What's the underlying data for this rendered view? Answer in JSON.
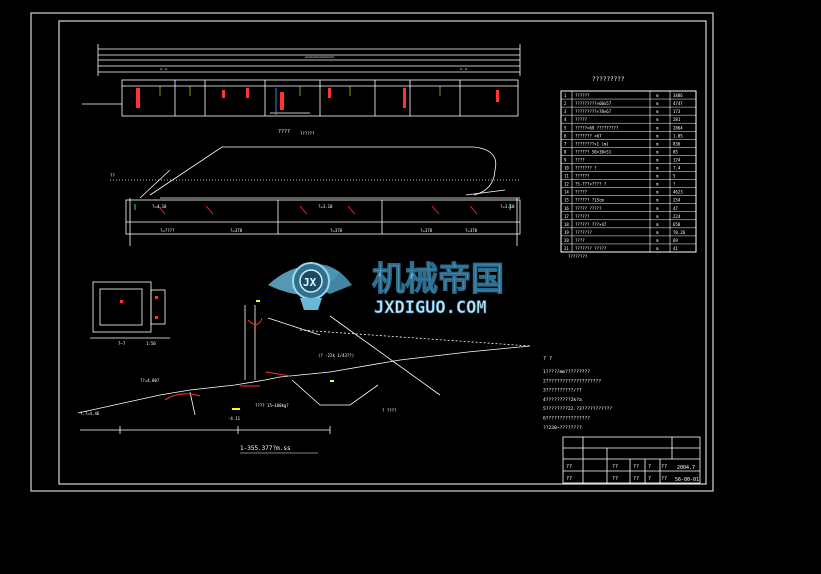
{
  "drawing": {
    "material_table_title": "?????????",
    "material_table_rows": [
      {
        "no": "1",
        "name": "??????",
        "unit": "m",
        "qty": "3486"
      },
      {
        "no": "2",
        "name": "?????????×60x57",
        "unit": "m",
        "qty": "4747"
      },
      {
        "no": "3",
        "name": "?????????×78×67",
        "unit": "m",
        "qty": "173"
      },
      {
        "no": "4",
        "name": "?????",
        "unit": "m",
        "qty": "281"
      },
      {
        "no": "5",
        "name": "?????×69 ?????????",
        "unit": "m",
        "qty": "2864"
      },
      {
        "no": "6",
        "name": "??????? ×67",
        "unit": "m",
        "qty": "1.85"
      },
      {
        "no": "7",
        "name": "????????×1 (m)",
        "unit": "m",
        "qty": "836"
      },
      {
        "no": "8",
        "name": "?????? 50×30×51",
        "unit": "m",
        "qty": "85"
      },
      {
        "no": "9",
        "name": "????",
        "unit": "m",
        "qty": "124"
      },
      {
        "no": "10",
        "name": "??????? ?",
        "unit": "m",
        "qty": "7.4"
      },
      {
        "no": "11",
        "name": "??????",
        "unit": "m",
        "qty": "5"
      },
      {
        "no": "12",
        "name": "?5-???×???? ?",
        "unit": "m",
        "qty": "?"
      },
      {
        "no": "14",
        "name": "?????",
        "unit": "m",
        "qty": "4623"
      },
      {
        "no": "15",
        "name": "?????? ?15cm",
        "unit": "m",
        "qty": "254"
      },
      {
        "no": "16",
        "name": "????? ?????",
        "unit": "m",
        "qty": "47"
      },
      {
        "no": "17",
        "name": "??????",
        "unit": "m",
        "qty": "224"
      },
      {
        "no": "18",
        "name": "?????? ???×47",
        "unit": "m",
        "qty": "658"
      },
      {
        "no": "19",
        "name": "???????",
        "unit": "m",
        "qty": "70.26"
      },
      {
        "no": "20",
        "name": "????",
        "unit": "m",
        "qty": "69"
      },
      {
        "no": "21",
        "name": "??????? ?????",
        "unit": "m",
        "qty": "41"
      }
    ],
    "table_note": "????????",
    "plan_label": "????",
    "plan_label_2": "??????",
    "plan_marks": [
      "?=????",
      "?=378",
      "?=378",
      "?=378",
      "?=378"
    ],
    "profile_left": "?=4.10",
    "profile_mid1": "?=3.10",
    "profile_mid2": "?=3.10",
    "profile_right": "?=3.10",
    "section_label_7": "7—7",
    "section_scale": "1:50",
    "section_caption": "1-355.377?m.ss",
    "level_a": "?.?=4.46",
    "level_b": "??=4.00?",
    "level_c": "? ????",
    "level_d": "-4.11",
    "note_pipe": "???? 15~100kg?",
    "note_b": "(? -22k 1/43??)",
    "notes_title": "? ?",
    "notes_lines": [
      "1????/mm?????????",
      "2????????????????????",
      "3??????????/??",
      "4?????????2k?a",
      "5????????22.?3???????????",
      "6????????????????",
      "   ??230~????????"
    ],
    "watermark_cn": "机械帝国",
    "watermark_en": "JXDIGUO.COM",
    "watermark_badge": "JX",
    "title_block": {
      "row1": [
        "??",
        "??",
        "?",
        "??",
        "2004.7"
      ],
      "row2": [
        "??",
        "??",
        "?",
        "??",
        "56-00-01"
      ],
      "left_col": [
        "??",
        "??",
        "??",
        "??"
      ]
    }
  }
}
